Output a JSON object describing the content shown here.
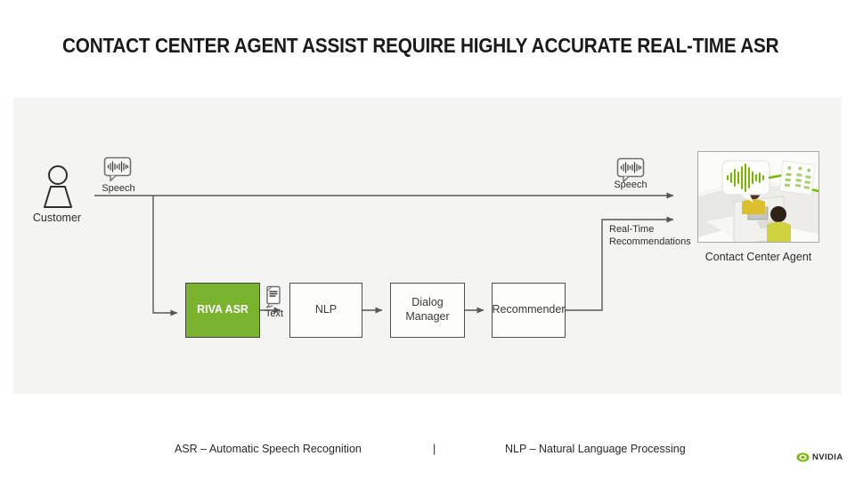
{
  "slide": {
    "title": "CONTACT CENTER AGENT ASSIST REQUIRE HIGHLY ACCURATE REAL-TIME ASR"
  },
  "diagram": {
    "customer_label": "Customer",
    "speech_in_label": "Speech",
    "speech_out_label": "Speech",
    "text_label": "Text",
    "realtime_label": "Real-Time Recommendations",
    "agent_label": "Contact Center Agent",
    "boxes": [
      {
        "label": "RIVA ASR"
      },
      {
        "label": "NLP"
      },
      {
        "label": "Dialog Manager"
      },
      {
        "label": "Recommender"
      }
    ]
  },
  "footer": {
    "asr_definition": "ASR – Automatic Speech Recognition",
    "separator": "|",
    "nlp_definition": "NLP – Natural Language Processing"
  },
  "branding": {
    "logo_text": "NVIDIA"
  },
  "colors": {
    "nvidia_green": "#76b900",
    "riva_box_green": "#7ab32e",
    "panel_bg": "#f4f4f2",
    "connector_gray": "#57575a"
  }
}
